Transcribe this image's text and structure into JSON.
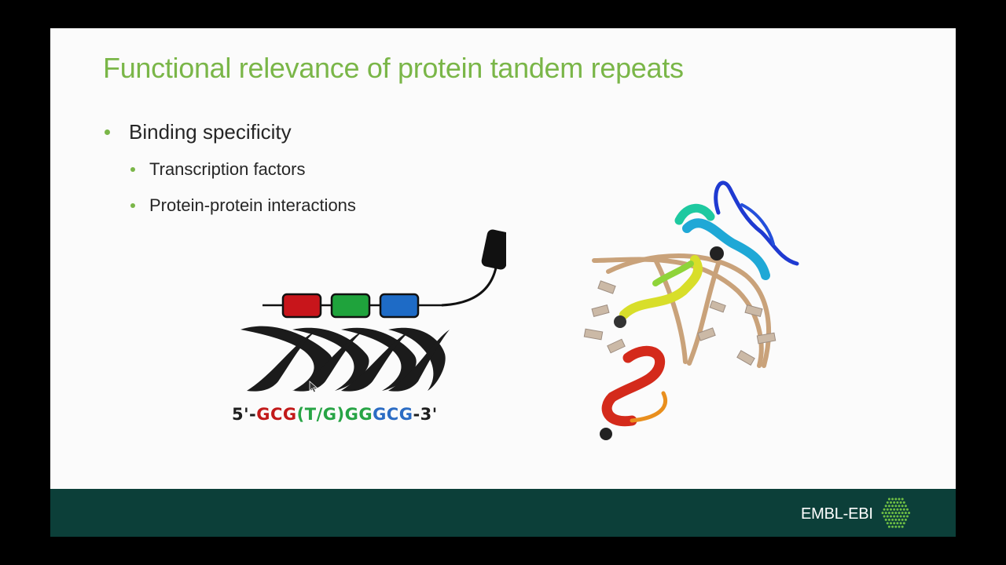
{
  "slide": {
    "title": "Functional relevance of protein tandem repeats",
    "bullets": [
      {
        "text": "Binding specificity",
        "level": 1
      },
      {
        "text": "Transcription factors",
        "level": 2
      },
      {
        "text": "Protein-protein interactions",
        "level": 2
      }
    ],
    "sequence": {
      "prefix": "5'-",
      "seg_red": "GCG",
      "seg_green": "(T/G)GG",
      "seg_blue": "GCG",
      "suffix": "-3'"
    },
    "domain_colors": [
      "#c8151b",
      "#1fa33c",
      "#1e6bc6"
    ]
  },
  "footer": {
    "logo_text": "EMBL-EBI",
    "background": "#0c3f39"
  },
  "theme": {
    "accent": "#7ab648"
  }
}
